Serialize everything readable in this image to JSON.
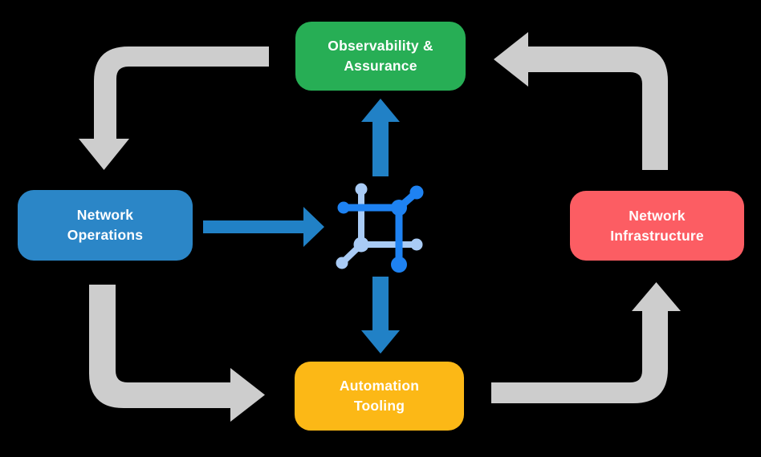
{
  "diagram": {
    "title": "network-automation-cycle",
    "background_color": "#000000",
    "nodes": [
      {
        "id": "observability",
        "label": "Observability &\nAssurance",
        "color": "#27AE55",
        "position": "top"
      },
      {
        "id": "network-operations",
        "label": "Network\nOperations",
        "color": "#2B86C7",
        "position": "left"
      },
      {
        "id": "network-infrastructure",
        "label": "Network\nInfrastructure",
        "color": "#FC5D63",
        "position": "right"
      },
      {
        "id": "automation-tooling",
        "label": "Automation\nTooling",
        "color": "#FCB816",
        "position": "bottom"
      }
    ],
    "center_icon": {
      "name": "network-node-icon",
      "dark_blue": "#1E82F2",
      "light_blue": "#A9CBF5"
    },
    "arrows": {
      "cycle_color": "#CDCDCD",
      "hub_color": "#2181C6",
      "cycle": [
        {
          "from": "observability",
          "to": "network-operations",
          "direction": "down"
        },
        {
          "from": "network-operations",
          "to": "automation-tooling",
          "direction": "right"
        },
        {
          "from": "automation-tooling",
          "to": "network-infrastructure",
          "direction": "up"
        },
        {
          "from": "network-infrastructure",
          "to": "observability",
          "direction": "left"
        }
      ],
      "hub": [
        {
          "from": "network-operations",
          "to": "center-icon",
          "direction": "right"
        },
        {
          "from": "center-icon",
          "to": "observability",
          "direction": "up"
        },
        {
          "from": "center-icon",
          "to": "automation-tooling",
          "direction": "down"
        }
      ]
    }
  }
}
